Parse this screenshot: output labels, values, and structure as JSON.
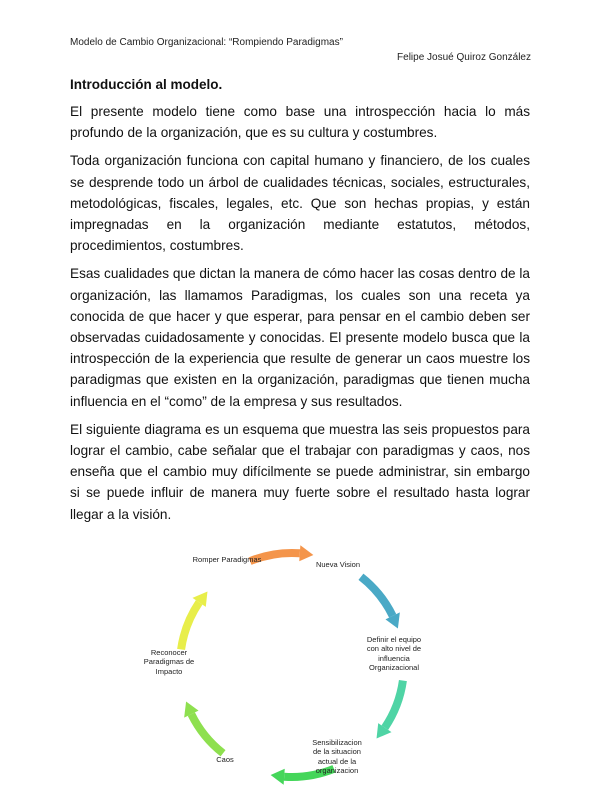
{
  "header": {
    "left": "Modelo de Cambio Organizacional: “Rompiendo Paradigmas”",
    "right": "Felipe Josué Quiroz González"
  },
  "title": "Introducción al modelo.",
  "paragraphs": [
    "El presente modelo tiene como base una introspección hacia lo más profundo de la organización, que es su cultura y costumbres.",
    "Toda organización funciona con capital humano y financiero, de los cuales se desprende todo un árbol de cualidades técnicas, sociales, estructurales, metodológicas, fiscales, legales, etc. Que son hechas propias,  y están impregnadas en la organización mediante estatutos, métodos, procedimientos, costumbres.",
    "Esas cualidades que dictan la manera de cómo hacer las cosas dentro de la organización,  las llamamos Paradigmas, los cuales son una receta ya conocida de que hacer y que esperar,  para pensar en el cambio deben ser observadas cuidadosamente y conocidas. El presente modelo busca que la introspección de la experiencia que resulte de generar un caos muestre los paradigmas que existen en la organización, paradigmas que tienen mucha influencia en el “como” de la empresa y sus resultados.",
    "El siguiente diagrama es un esquema que muestra las seis propuestos para lograr el cambio, cabe señalar que el trabajar con paradigmas y caos,  nos enseña que el cambio muy difícilmente se puede administrar, sin embargo si se puede influir de manera muy fuerte sobre el resultado  hasta lograr llegar a la visión."
  ],
  "diagram": {
    "steps": [
      {
        "label": "Romper Paradigmas",
        "color": "#f4954b"
      },
      {
        "label": "Nueva Vision",
        "color": "#4aa9c6"
      },
      {
        "label": "Definir el equipo con alto nivel de influencia Organizacional",
        "color": "#4fd4a5"
      },
      {
        "label": "Sensibilizacion de la situacion actual de la organizacion",
        "color": "#45d65a"
      },
      {
        "label": "Caos",
        "color": "#8ee04f"
      },
      {
        "label": "Reconocer Paradigmas de Impacto",
        "color": "#e8ee4a"
      }
    ]
  }
}
